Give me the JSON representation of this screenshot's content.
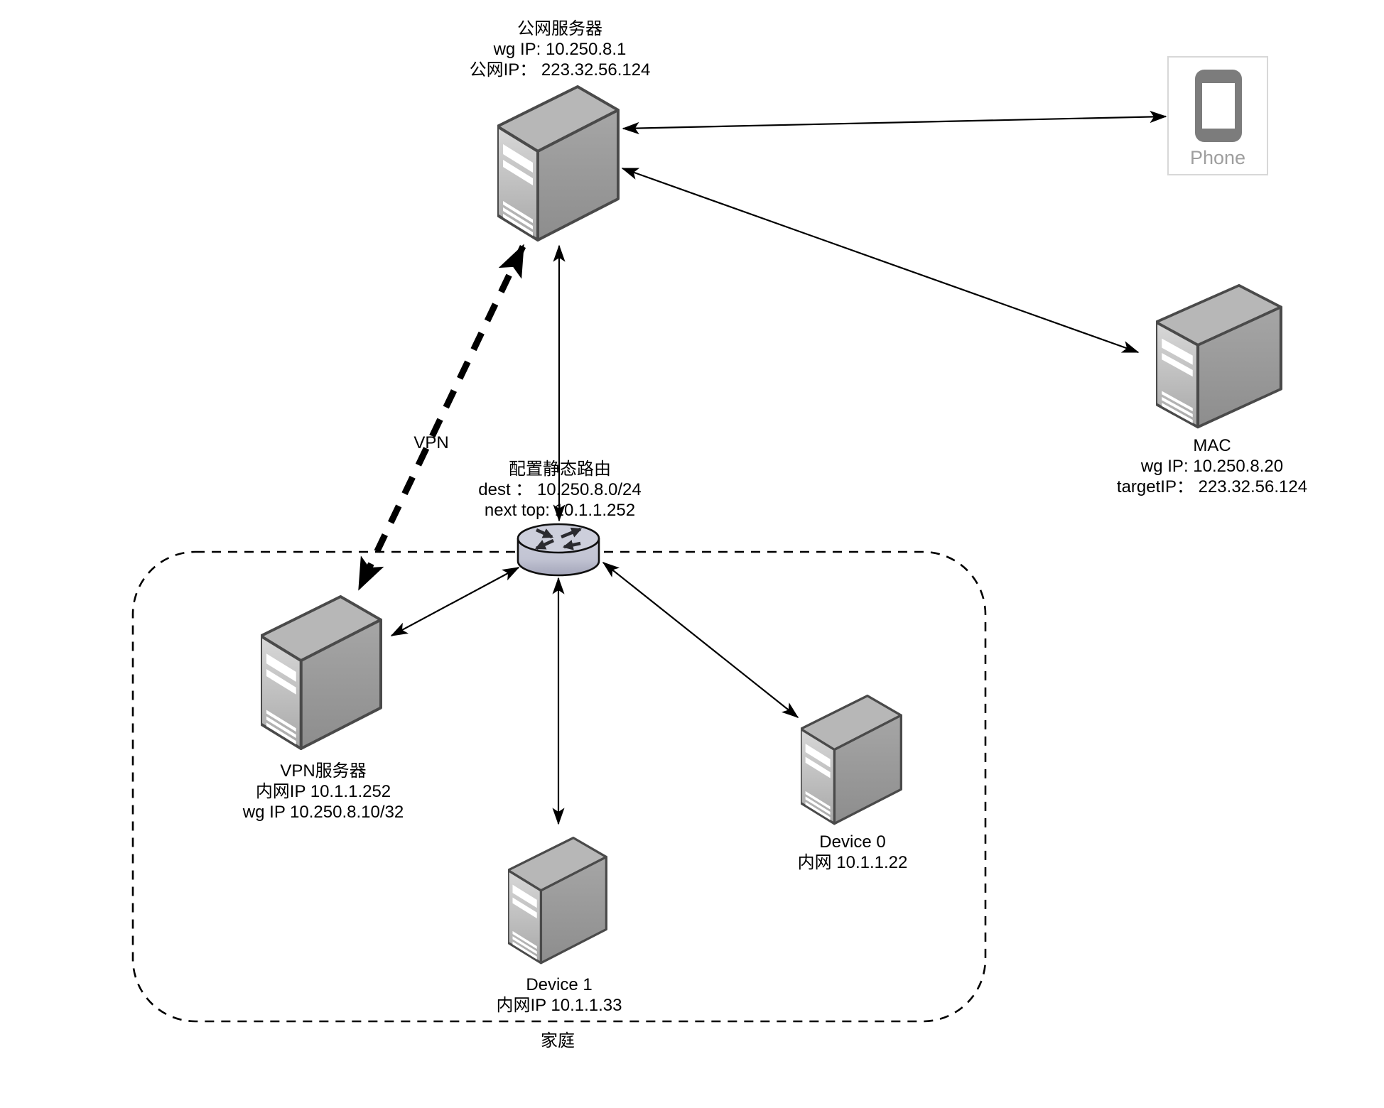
{
  "nodes": {
    "public_server": {
      "icon": "server-icon",
      "lines": [
        "公网服务器",
        "wg IP: 10.250.8.1",
        "公网IP： 223.32.56.124"
      ]
    },
    "phone": {
      "icon": "smartphone-icon",
      "label": "Phone"
    },
    "mac": {
      "icon": "server-icon",
      "lines": [
        "MAC",
        "wg IP: 10.250.8.20",
        "targetIP： 223.32.56.124"
      ]
    },
    "router": {
      "icon": "router-icon",
      "lines": [
        "配置静态路由",
        "dest ： 10.250.8.0/24",
        "next top: 10.1.1.252"
      ]
    },
    "vpn_server": {
      "icon": "server-icon",
      "lines": [
        "VPN服务器",
        "内网IP 10.1.1.252",
        "wg IP 10.250.8.10/32"
      ]
    },
    "device1": {
      "icon": "server-icon",
      "lines": [
        "Device 1",
        "内网IP 10.1.1.33"
      ]
    },
    "device0": {
      "icon": "server-icon",
      "lines": [
        "Device 0",
        "内网 10.1.1.22"
      ]
    },
    "home_zone": {
      "label": "家庭",
      "border_style": "dashed"
    }
  },
  "edges": {
    "vpn_tunnel_label": "VPN",
    "links": [
      "public_server - phone (bidirectional)",
      "public_server - mac (bidirectional)",
      "public_server - router (bidirectional)",
      "router - vpn_server (bidirectional)",
      "router - device1 (bidirectional)",
      "router - device0 (bidirectional)",
      "vpn_server - public_server (dashed VPN tunnel, bidirectional)"
    ]
  },
  "colors": {
    "background": "#ffffff",
    "line": "#000000",
    "server_front": "#c9c9c9",
    "server_side": "#9a9a9a",
    "server_top": "#b7b7b7",
    "server_outline": "#4a4a4a",
    "router_fill": "#bfc1d1",
    "phone_icon": "#7c7c7c",
    "phone_label": "#9e9e9e",
    "phone_box_border": "#d8d8d8"
  }
}
